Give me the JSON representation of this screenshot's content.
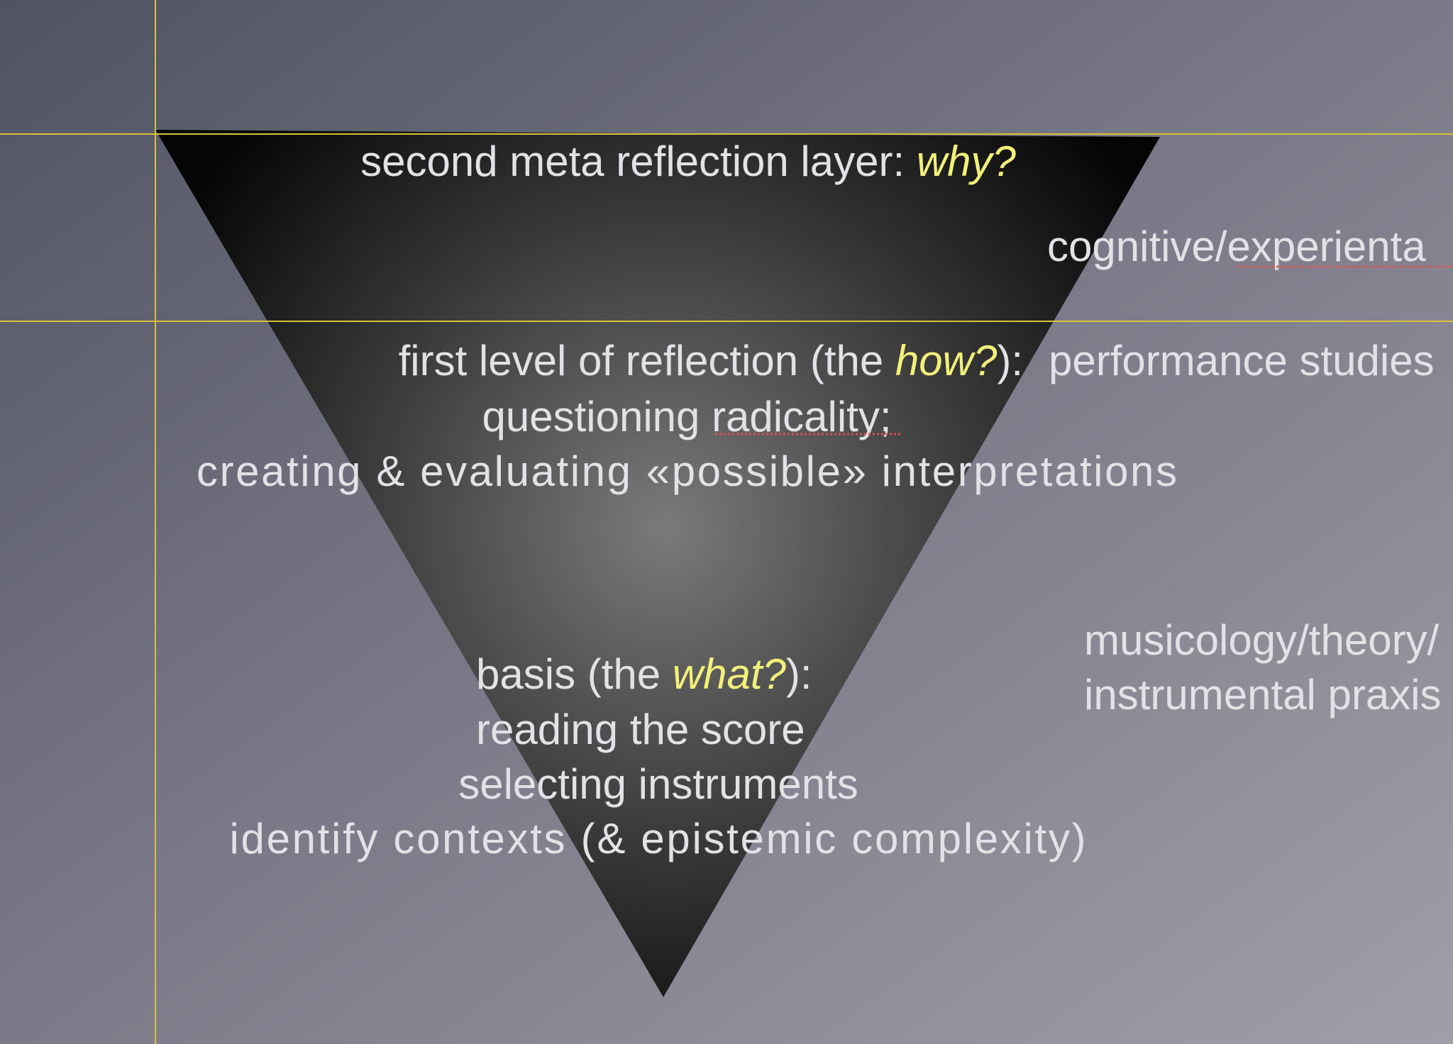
{
  "colors": {
    "highlight": "#f3f07a",
    "guide": "#d8c23a",
    "text": "#e2e2e6"
  },
  "top_layer": {
    "prefix": "second meta reflection layer: ",
    "highlight": "why?"
  },
  "middle_layer": {
    "line1_prefix": "first level of reflection (the ",
    "line1_highlight": "how?",
    "line1_suffix": "):",
    "line2": "questioning radicality;",
    "line3": "creating & evaluating «possible» interpretations"
  },
  "basis_layer": {
    "line1_prefix": "basis (the ",
    "line1_highlight": "what?",
    "line1_suffix": "):",
    "line2": "reading the score",
    "line3": "selecting instruments",
    "line4": "identify contexts (& epistemic complexity)"
  },
  "side_labels": {
    "top": "cognitive/experienta",
    "middle": "performance studies",
    "bottom_line1": "musicology/theory/",
    "bottom_line2": "instrumental praxis"
  }
}
